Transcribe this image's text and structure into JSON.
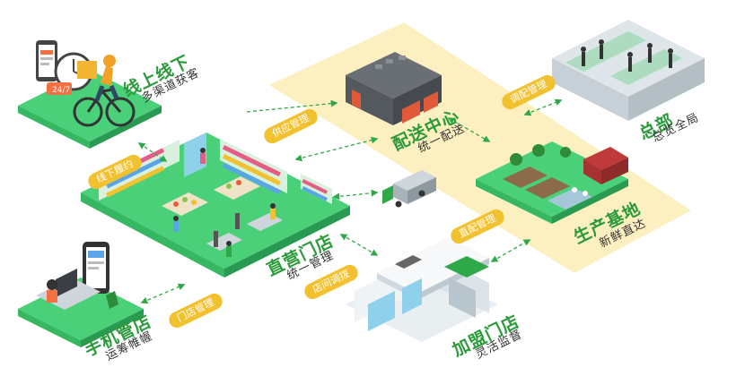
{
  "nodes": {
    "online": {
      "title": "线上线下",
      "subtitle": "多渠道获客"
    },
    "distribution": {
      "title": "配送中心",
      "subtitle": "统一配送"
    },
    "hq": {
      "title": "总部",
      "subtitle": "总览全局"
    },
    "production": {
      "title": "生产基地",
      "subtitle": "新鲜直达"
    },
    "direct_store": {
      "title": "直营门店",
      "subtitle": "统一管理"
    },
    "franchise": {
      "title": "加盟门店",
      "subtitle": "灵活监督"
    },
    "mobile": {
      "title": "手机管店",
      "subtitle": "运筹帷幄"
    }
  },
  "tags": {
    "dispatch": "调配管理",
    "supply": "供应管理",
    "offline": "线下履约",
    "direct_supply": "直配管理",
    "store_return": "店间调拨",
    "store_mgmt": "门店管理"
  },
  "colors": {
    "iso_green": "#4bd07a",
    "iso_green_dark": "#2fb25e",
    "band_yellow": "#fcefc0",
    "tag_yellow": "#f2c130",
    "title_green": "#2a9a3a",
    "arrow_green": "#2fa84a"
  }
}
